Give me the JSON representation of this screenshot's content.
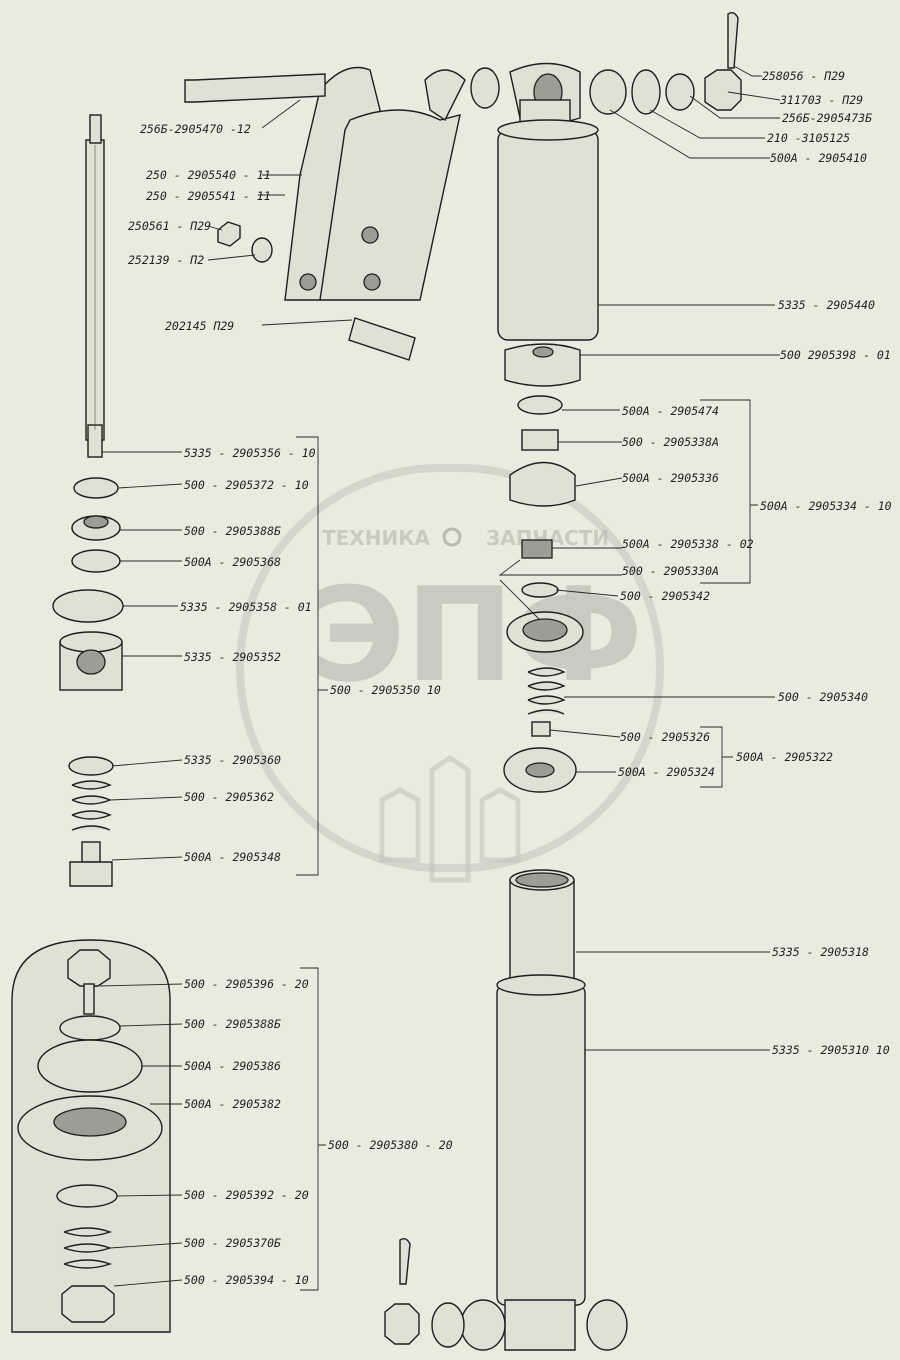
{
  "watermark": {
    "brand_left": "ТЕХНИКА",
    "brand_right": "ЗАПЧАСТИ",
    "logo": "ЭПФ"
  },
  "labels": {
    "p2580": "258056 - П29",
    "p3117": "311703 - П29",
    "p256473": "256Б-2905473Б",
    "p210": "210 -3105125",
    "p500a410": "500А - 2905410",
    "p256470": "256Б-2905470 -12",
    "p250540": "250 - 2905540 - 11",
    "p250541": "250 - 2905541 - 11",
    "p250561": "250561 - П29",
    "p252139": "252139 - П2",
    "p202145": "202145  П29",
    "p5335440": "5335 - 2905440",
    "p500398": "500  2905398 - 01",
    "p500a474": "500А - 2905474",
    "p500338a": "500 - 2905338А",
    "p500a336": "500А - 2905336",
    "p500a334": "500А - 2905334 - 10",
    "p500a338": "500А - 2905338 - 02",
    "p500330a": "500  - 2905330А",
    "p500342": "500 - 2905342",
    "p500340": "500 - 2905340",
    "p500326": "500 - 2905326",
    "p500a322": "500А - 2905322",
    "p500a324": "500А - 2905324",
    "p5335356": "5335 - 2905356 - 10",
    "p500372": "500 - 2905372 - 10",
    "p500388b": "500 - 2905388Б",
    "p500a368": "500А - 2905368",
    "p5335358": "5335 - 2905358 - 01",
    "p5335352": "5335 - 2905352",
    "p500350": "500 - 2905350 10",
    "p5335360": "5335 - 2905360",
    "p500362": "500 - 2905362",
    "p500a348": "500А - 2905348",
    "p500396": "500 - 2905396 - 20",
    "p500388b2": "500 - 2905388Б",
    "p500a386": "500А - 2905386",
    "p500a382": "500А - 2905382",
    "p500380": "500 - 2905380 - 20",
    "p500392": "500 - 2905392 - 20",
    "p500370b": "500 - 2905370Б",
    "p500394": "500 - 2905394 - 10",
    "p5335318": "5335 - 2905318",
    "p5335310": "5335 - 2905310  10"
  }
}
